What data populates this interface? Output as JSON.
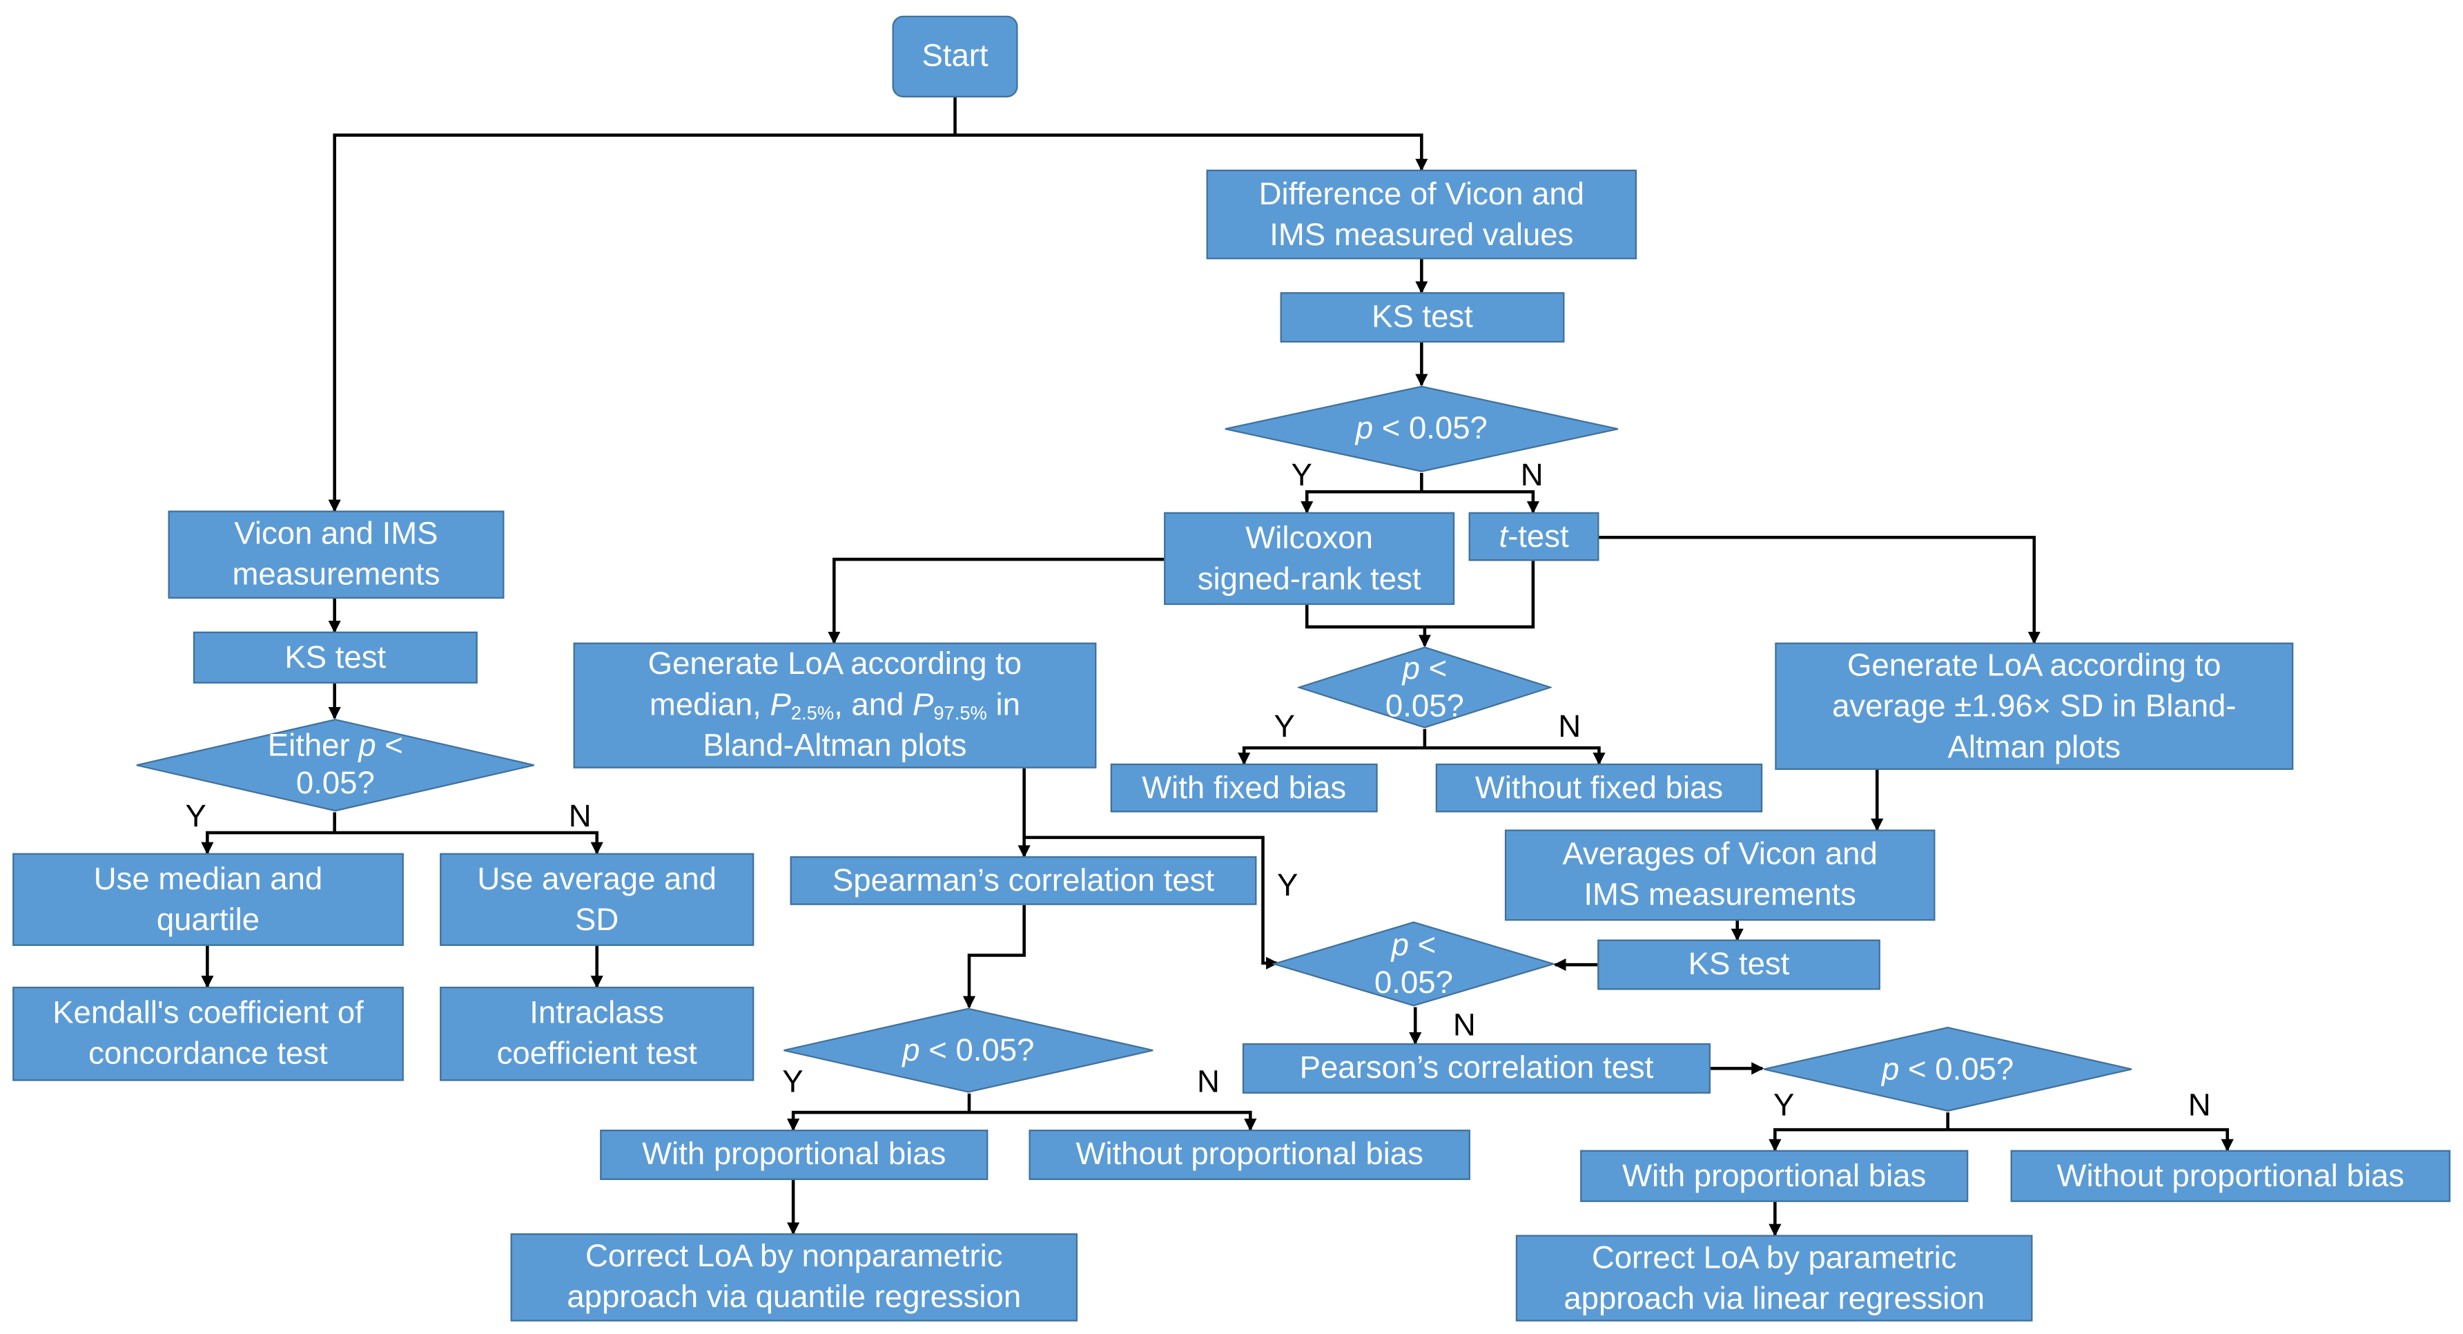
{
  "nodes": {
    "start": "Start",
    "diff": [
      "Difference of Vicon and",
      "IMS measured values"
    ],
    "ks_top": "KS test",
    "d_top": "< 0.05?",
    "p": "p",
    "wilcoxon": [
      "Wilcoxon",
      "signed-rank test"
    ],
    "ttest_t": "t",
    "ttest_rest": "-test",
    "d_mid_line1": "<",
    "d_mid_line2": "0.05?",
    "with_fixed": "With fixed bias",
    "without_fixed": "Without fixed bias",
    "vicon_ims": [
      "Vicon and IMS",
      "measurements"
    ],
    "ks_left": "KS test",
    "either_word": "Either",
    "either_lt": "<",
    "either_line2": "0.05?",
    "use_median": [
      "Use median and",
      "quartile"
    ],
    "use_average": [
      "Use average and",
      "SD"
    ],
    "kendall": [
      "Kendall's coefficient of",
      "concordance test"
    ],
    "intraclass": [
      "Intraclass",
      "coefficient test"
    ],
    "loa_np": {
      "line1": "Generate LoA according to",
      "line2_a": "median,",
      "p_sym": "P",
      "sub1": "2.5%",
      "mid": ", and",
      "sub2": "97.5%",
      "line2_end": "in",
      "line3": "Bland-Altman plots"
    },
    "loa_p": [
      "Generate LoA according to",
      "average ±1.96× SD in Bland-",
      "Altman plots"
    ],
    "spearman": "Spearman’s correlation test",
    "averages": [
      "Averages of Vicon and",
      "IMS measurements"
    ],
    "ks_right": "KS test",
    "d_center_line1": "<",
    "d_center_line2": "0.05?",
    "pearson": "Pearson’s correlation test",
    "d_np": "< 0.05?",
    "d_p": "< 0.05?",
    "with_prop_np": "With proportional bias",
    "without_prop_np": "Without proportional bias",
    "with_prop_p": "With proportional bias",
    "without_prop_p": "Without proportional bias",
    "correct_np": [
      "Correct LoA by nonparametric",
      "approach via quantile regression"
    ],
    "correct_p": [
      "Correct LoA by parametric",
      "approach via linear regression"
    ]
  },
  "labels": {
    "yes": "Y",
    "no": "N"
  },
  "colors": {
    "fill": "#5b9bd5",
    "border": "#41719c",
    "text": "#ffffff",
    "line": "#000000"
  }
}
